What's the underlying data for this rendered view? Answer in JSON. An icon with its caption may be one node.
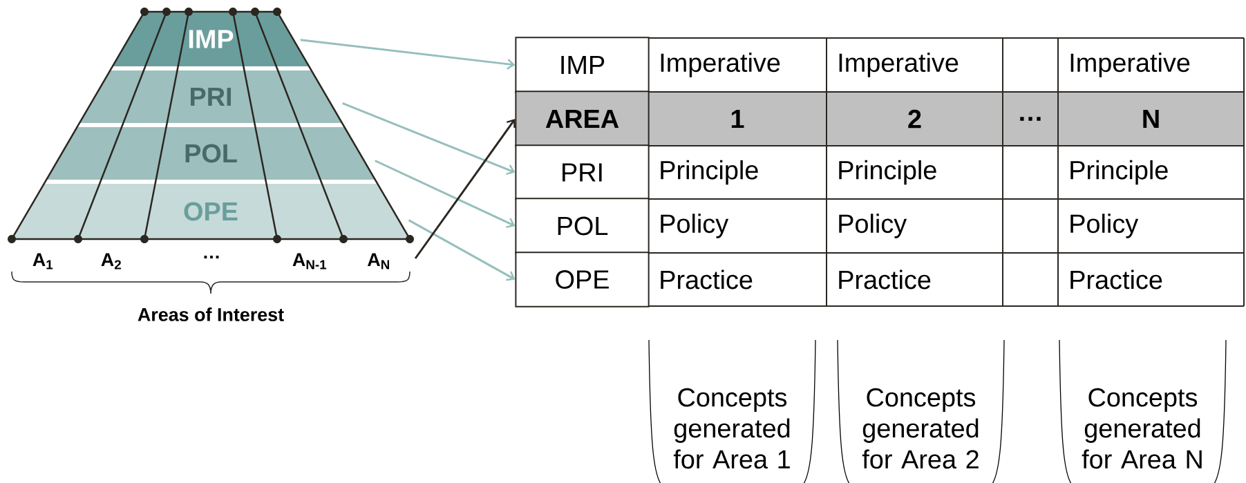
{
  "diagram": {
    "nodes": [
      {
        "text": [
          "IMP"
        ]
      },
      {
        "text": [
          "PRI"
        ]
      },
      {
        "text": [
          "POL"
        ]
      },
      {
        "text": [
          "OPE"
        ]
      },
      {
        "text": [
          "IMP"
        ]
      },
      {
        "text": [
          "AREA"
        ]
      },
      {
        "text": [
          "PRI"
        ]
      },
      {
        "text": [
          "POL"
        ]
      },
      {
        "text": [
          "OPE"
        ]
      },
      {
        "text": [
          "Concepts generated for Area 1"
        ]
      },
      {
        "text": [
          "Concepts generated for Area 2"
        ]
      },
      {
        "text": [
          "Concepts generated for Area N"
        ]
      }
    ],
    "edges": [
      {
        "from": 0,
        "to": 4,
        "arrow": "to"
      },
      {
        "from": 1,
        "to": 6,
        "arrow": "to"
      },
      {
        "from": 2,
        "to": 7,
        "arrow": "to"
      },
      {
        "from": 3,
        "to": 8,
        "arrow": "to"
      },
      {
        "from": null,
        "to": 5,
        "arrow": "to",
        "color": "#2b2620"
      }
    ],
    "labels": [
      "A$_{1}$",
      "A$_{2}$",
      "…",
      "A$_{N-1}$",
      "A$_{N}$",
      "Areas of Interest",
      "Imperative",
      "Imperative",
      "Imperative",
      "1",
      "2",
      "…",
      "N",
      "Principle",
      "Principle",
      "Principle",
      "Policy",
      "Policy",
      "Policy",
      "Practice",
      "Practice",
      "Practice"
    ]
  }
}
